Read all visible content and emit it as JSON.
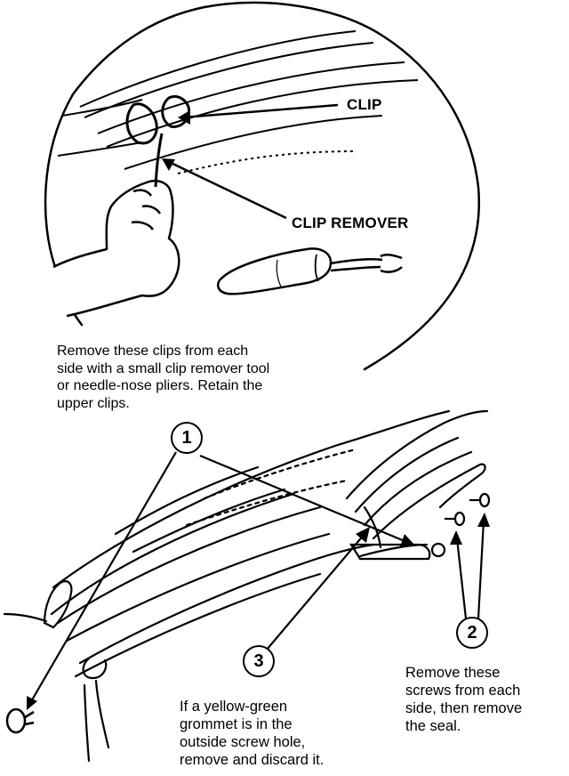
{
  "detail": {
    "clip_label": "CLIP",
    "clip_remover_label": "CLIP REMOVER",
    "instruction": "Remove these clips from each\nside with a small clip remover tool\nor needle-nose pliers.  Retain the\nupper clips."
  },
  "callouts": {
    "one": "1",
    "two": "2",
    "three": "3"
  },
  "notes": {
    "screws": "Remove these\nscrews from each\nside, then remove\nthe seal.",
    "grommet": "If a yellow-green\ngrommet is in the\noutside screw hole,\nremove and discard it."
  }
}
